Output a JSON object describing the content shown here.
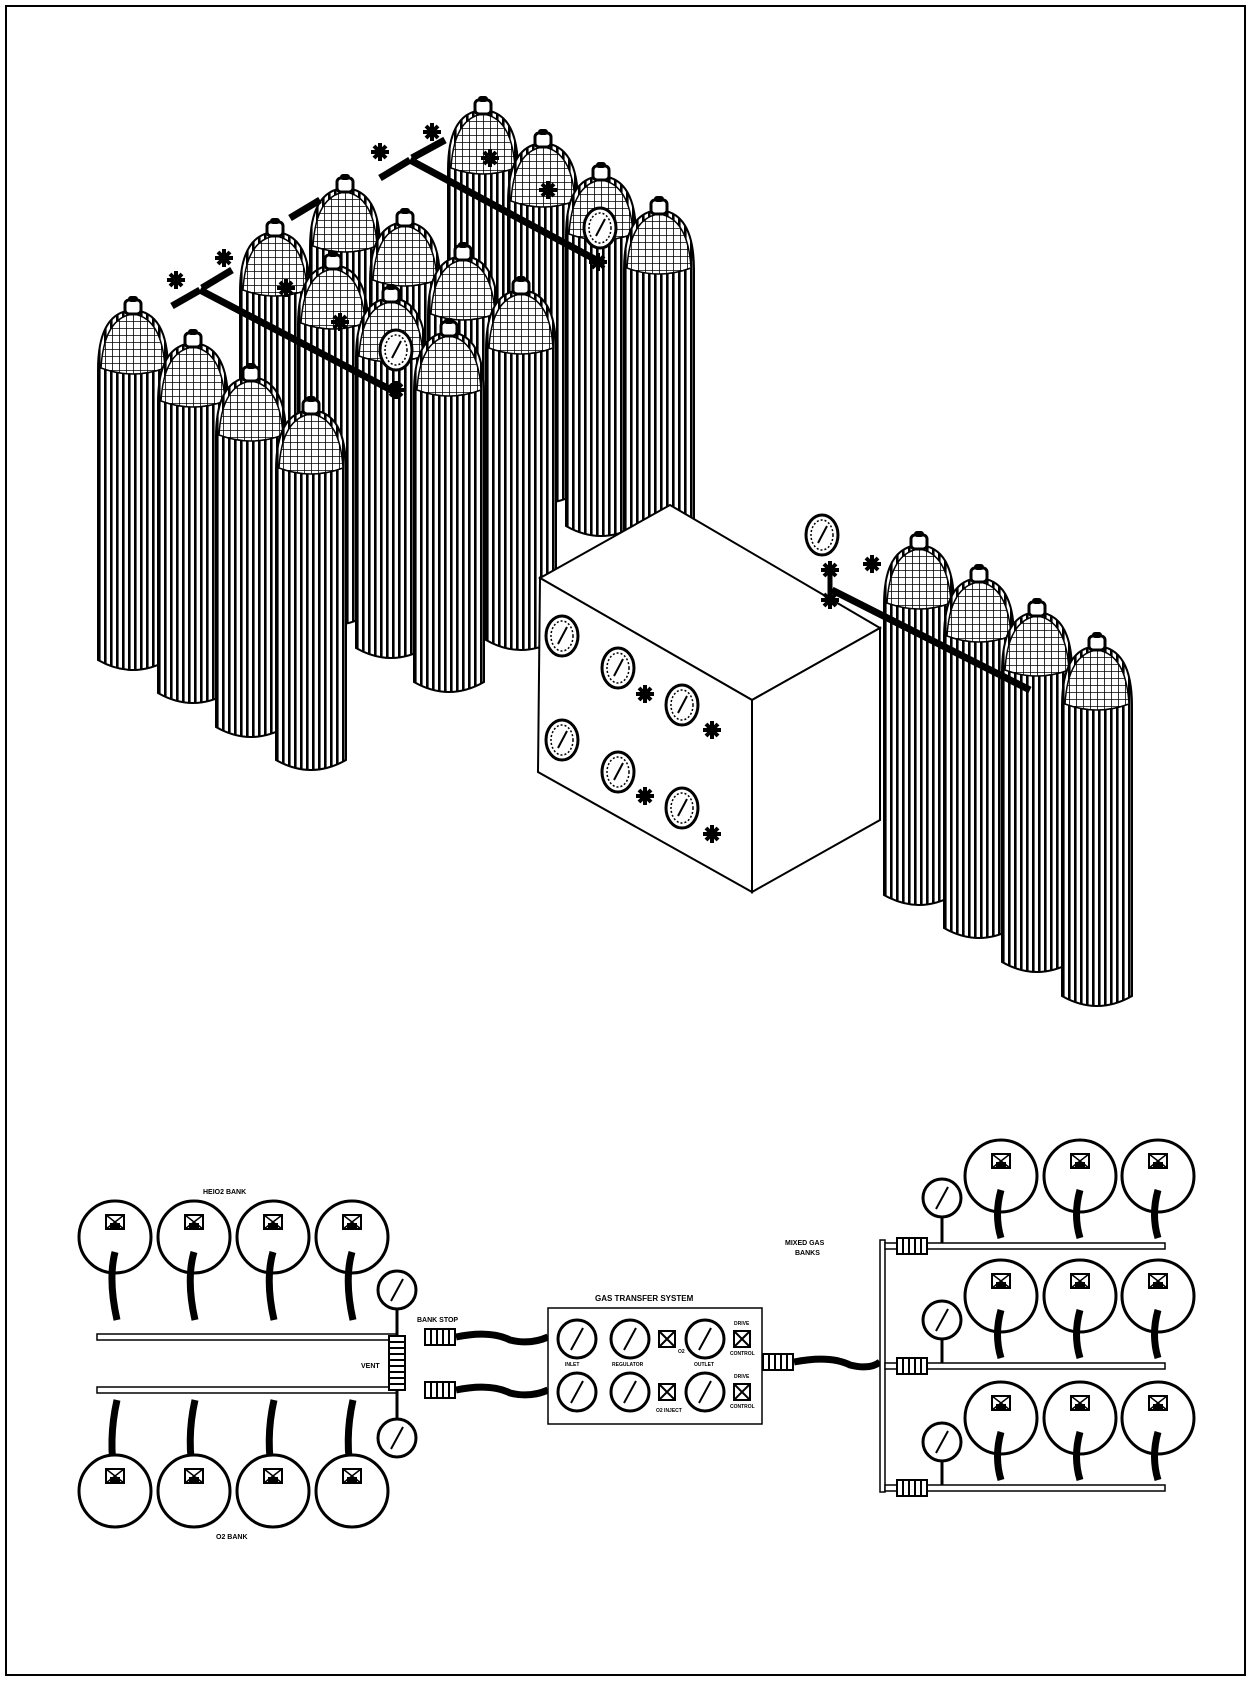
{
  "schematic": {
    "heo2_bank_label": "HEIO2 BANK",
    "o2_bank_label": "O2 BANK",
    "bank_stop_label": "BANK STOP",
    "vent_label": "VENT",
    "gas_transfer_title": "GAS TRANSFER SYSTEM",
    "mixed_gas_label_line1": "MIXED GAS",
    "mixed_gas_label_line2": "BANKS",
    "panel_labels": {
      "inlet": "INLET",
      "regulator": "REGULATOR",
      "outlet": "OUTLET",
      "o2": "O2",
      "o2_inject": "O2 INJECT",
      "drive_control_1_line1": "DRIVE",
      "drive_control_1_line2": "CONTROL",
      "drive_control_2_line1": "DRIVE",
      "drive_control_2_line2": "CONTROL"
    }
  },
  "colors": {
    "ink": "#000000",
    "paper": "#ffffff"
  }
}
